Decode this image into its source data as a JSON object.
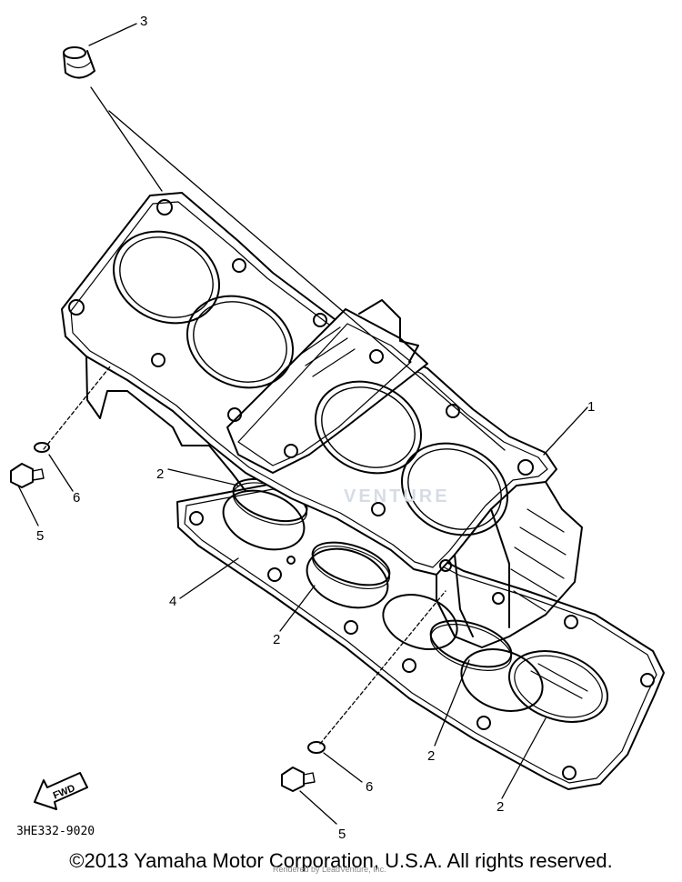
{
  "diagram": {
    "callouts": [
      {
        "id": "c3",
        "label": "3"
      },
      {
        "id": "c1",
        "label": "1"
      },
      {
        "id": "c2a",
        "label": "2"
      },
      {
        "id": "c2b",
        "label": "2"
      },
      {
        "id": "c2c",
        "label": "2"
      },
      {
        "id": "c2d",
        "label": "2"
      },
      {
        "id": "c4",
        "label": "4"
      },
      {
        "id": "c5a",
        "label": "5"
      },
      {
        "id": "c6a",
        "label": "6"
      },
      {
        "id": "c5b",
        "label": "5"
      },
      {
        "id": "c6b",
        "label": "6"
      }
    ],
    "fwd_label": "FWD",
    "diagram_code": "3HE332-9020",
    "watermark": "VENTURE"
  },
  "footer": {
    "copyright": "©2013 Yamaha Motor Corporation, U.S.A. All rights reserved.",
    "rendered_by": "Rendered by LeadVenture, Inc."
  }
}
